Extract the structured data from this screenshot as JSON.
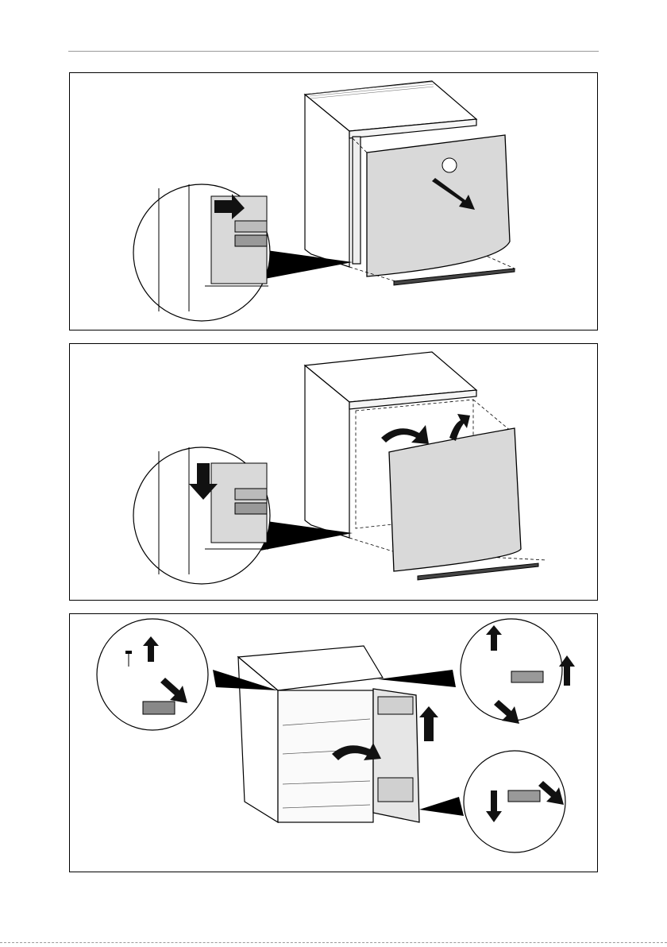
{
  "document": {
    "type": "installation figure",
    "panel_count": 3
  },
  "panels": [
    {
      "id": "panel1",
      "step": "remove-front-panel"
    },
    {
      "id": "panel2",
      "step": "insert-front-panel"
    },
    {
      "id": "panel3",
      "step": "reverse-door-hinges"
    }
  ],
  "colors": {
    "panel_fill": "#d9d9d9",
    "outline": "#000000",
    "arrow": "#111111",
    "background": "#ffffff"
  },
  "icons": [
    "arrow-icon",
    "curved-arrow-icon",
    "screw-icon"
  ]
}
